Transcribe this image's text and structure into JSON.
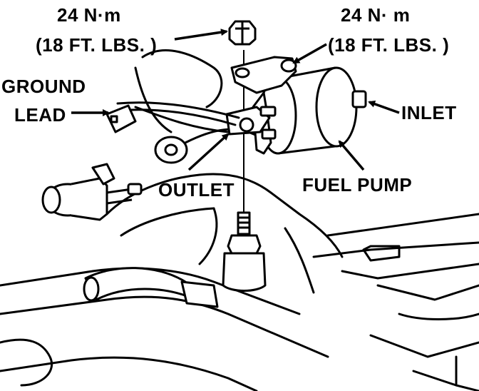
{
  "labels": {
    "torque_left_metric": "24 N·m",
    "torque_left_imperial": "(18 FT.  LBS. )",
    "torque_right_metric": "24 N· m",
    "torque_right_imperial": "(18 FT. LBS. )",
    "ground_lead_line1": "GROUND",
    "ground_lead_line2": "LEAD",
    "inlet": "INLET",
    "outlet": "OUTLET",
    "fuel_pump": "FUEL PUMP"
  },
  "colors": {
    "ink": "#000000",
    "paper": "#ffffff"
  }
}
